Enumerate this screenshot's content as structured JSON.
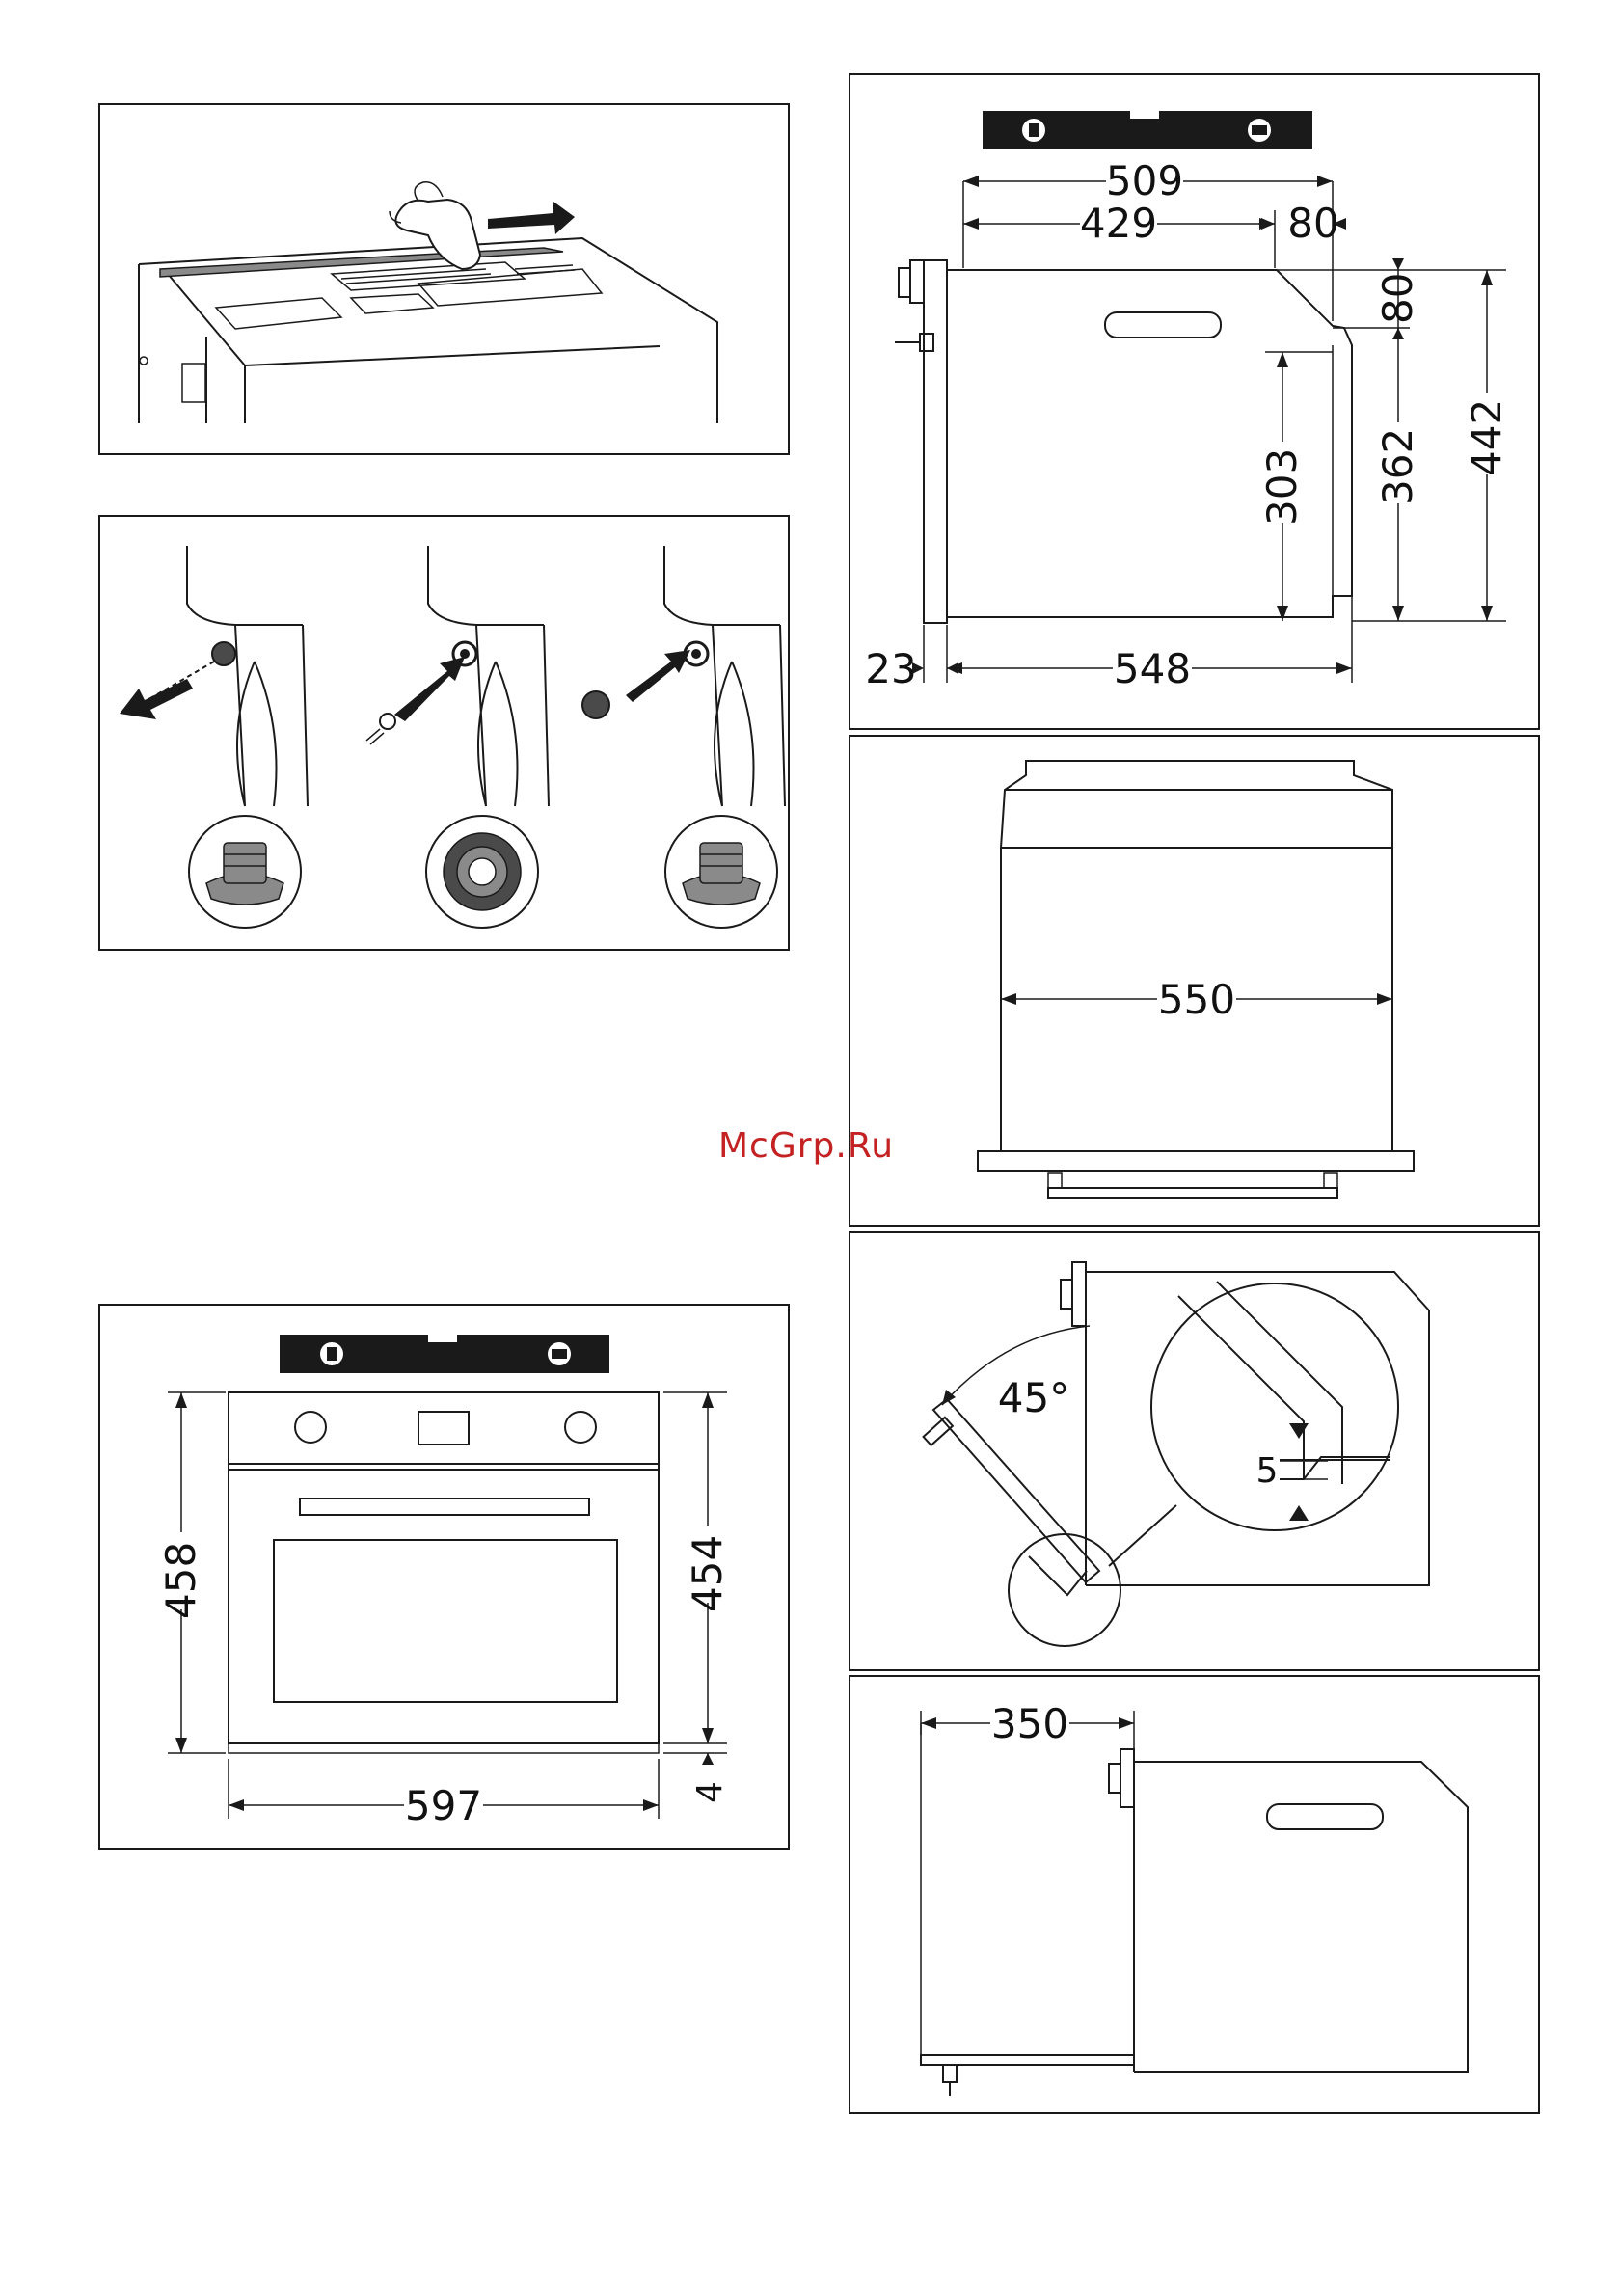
{
  "watermark": "McGrp.Ru",
  "side_view": {
    "dims": {
      "d509": "509",
      "d429": "429",
      "d80_h": "80",
      "d80_v": "80",
      "d303": "303",
      "d362": "362",
      "d442": "442",
      "d23": "23",
      "d548": "548"
    }
  },
  "top_view": {
    "dims": {
      "d550": "550"
    }
  },
  "door_angle": {
    "angle": "45°",
    "gap": "5"
  },
  "door_clearance": {
    "dims": {
      "d350": "350"
    }
  },
  "front_view": {
    "dims": {
      "d458": "458",
      "d454": "454",
      "d4": "4",
      "d597": "597"
    }
  },
  "colors": {
    "line": "#1a1a1a",
    "watermark": "#c42222",
    "gray": "#8a8a8a"
  }
}
